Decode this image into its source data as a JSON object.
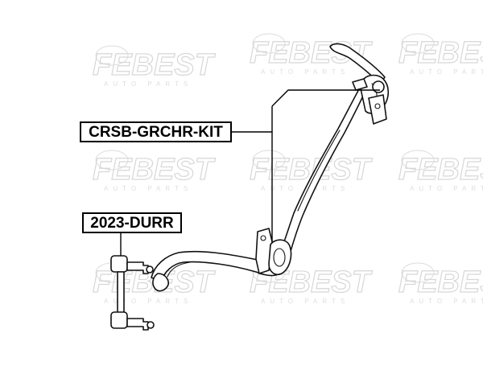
{
  "watermark": {
    "brand": "FEBEST",
    "tagline": "AUTO PARTS"
  },
  "callouts": {
    "stabilizer_bushing_kit": "CRSB-GRCHR-KIT",
    "stabilizer_link": "2023-DURR"
  }
}
